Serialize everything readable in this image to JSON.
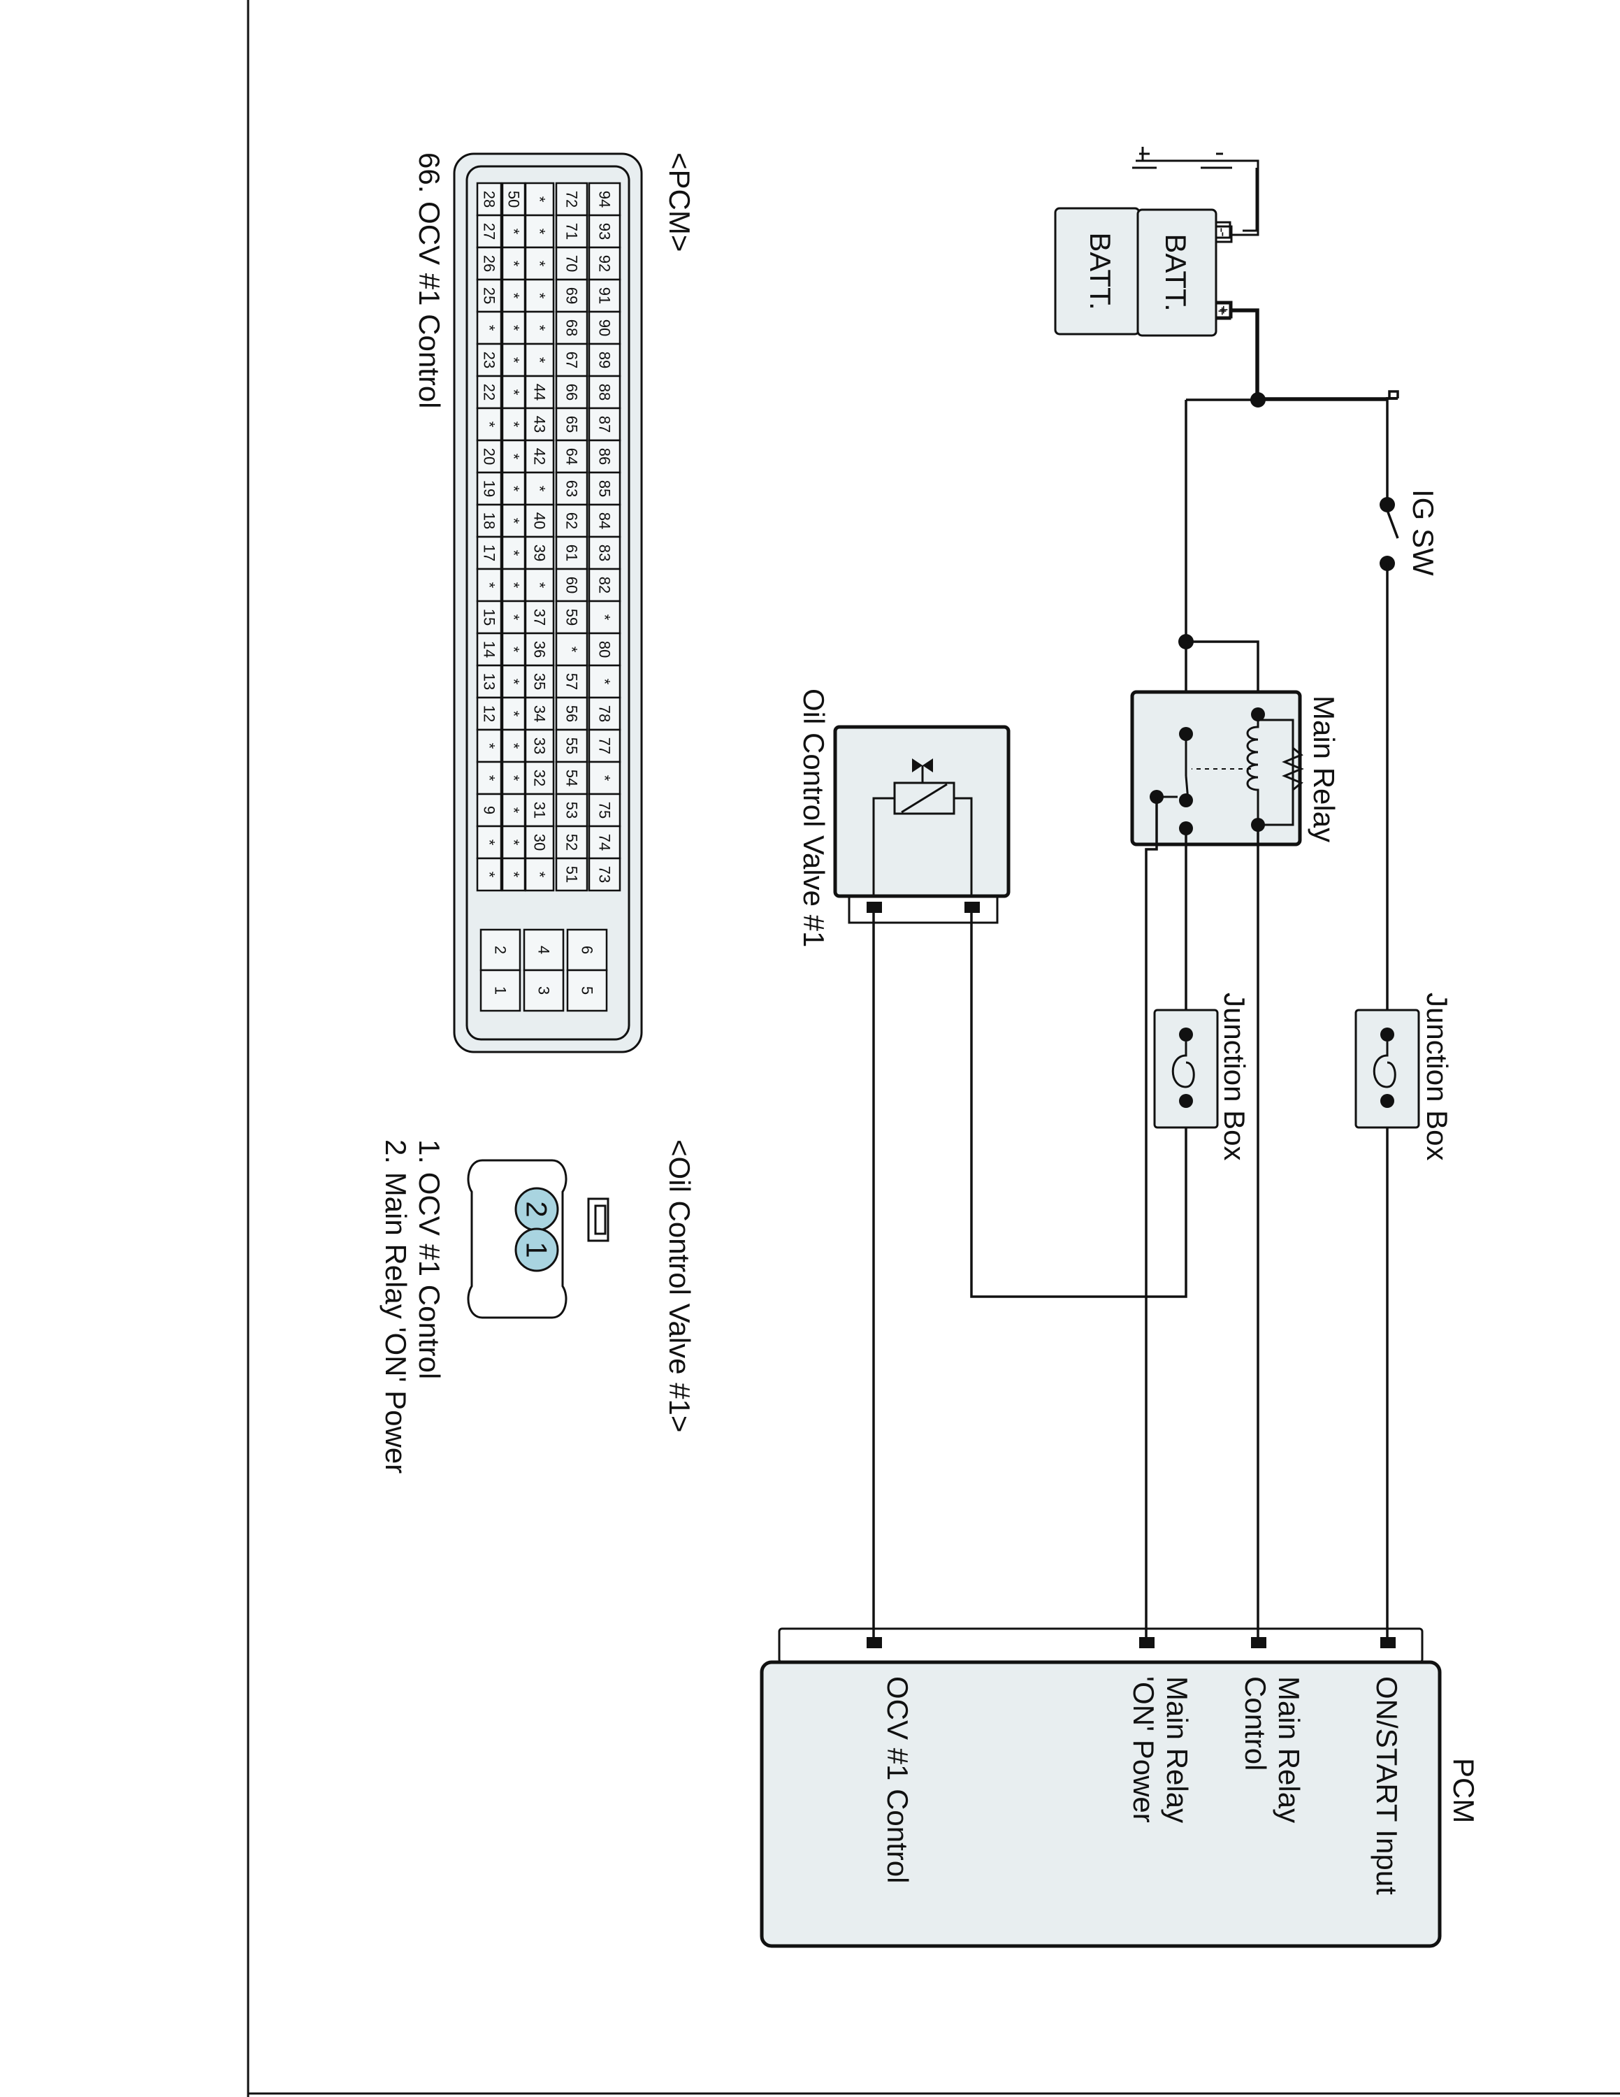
{
  "labels": {
    "batt": "BATT.",
    "batt_minus": "-",
    "batt_plus": "+",
    "ig_sw": "IG SW",
    "main_relay": "Main Relay",
    "junction_box_1": "Junction Box",
    "junction_box_2": "Junction Box",
    "ocv": "Oil Control Valve #1",
    "pcm": "PCM",
    "pcm_pin_on_start": "ON/START Input",
    "pcm_pin_relay_ctrl_1": "Main Relay",
    "pcm_pin_relay_ctrl_2": "Control",
    "pcm_pin_relay_on_1": "Main Relay",
    "pcm_pin_relay_on_2": "'ON' Power",
    "pcm_pin_ocv": "OCV #1 Control"
  },
  "pcm_connector": {
    "title": "<PCM>",
    "caption": "66. OCV #1 Control",
    "highlight": "66",
    "rows": [
      [
        "94",
        "93",
        "92",
        "91",
        "90",
        "89",
        "88",
        "87",
        "86",
        "85",
        "84",
        "83",
        "82",
        "*",
        "80",
        "*",
        "78",
        "77",
        "*",
        "75",
        "74",
        "73"
      ],
      [
        "72",
        "71",
        "70",
        "69",
        "68",
        "67",
        "66",
        "65",
        "64",
        "63",
        "62",
        "61",
        "60",
        "59",
        "*",
        "57",
        "56",
        "55",
        "54",
        "53",
        "52",
        "51"
      ],
      [
        "*",
        "*",
        "*",
        "*",
        "*",
        "*",
        "44",
        "43",
        "42",
        "*",
        "40",
        "39",
        "*",
        "37",
        "36",
        "35",
        "34",
        "33",
        "32",
        "31",
        "30",
        "*"
      ],
      [
        "50",
        "*",
        "*",
        "*",
        "*",
        "*",
        "*",
        "*",
        "*",
        "*",
        "*",
        "*",
        "*",
        "*",
        "*",
        "*",
        "*",
        "*",
        "*",
        "*",
        "*",
        "*"
      ],
      [
        "28",
        "27",
        "26",
        "25",
        "*",
        "23",
        "22",
        "*",
        "20",
        "19",
        "18",
        "17",
        "*",
        "15",
        "14",
        "13",
        "12",
        "*",
        "*",
        "9",
        "*",
        "*"
      ]
    ],
    "small_pins": [
      [
        "6",
        "5"
      ],
      [
        "4",
        "3"
      ],
      [
        "2",
        "1"
      ]
    ]
  },
  "ocv_connector": {
    "title": "<Oil Control Valve #1>",
    "pins": [
      "2",
      "1"
    ],
    "legend": [
      "1. OCV #1 Control",
      "2. Main Relay 'ON' Power"
    ]
  }
}
